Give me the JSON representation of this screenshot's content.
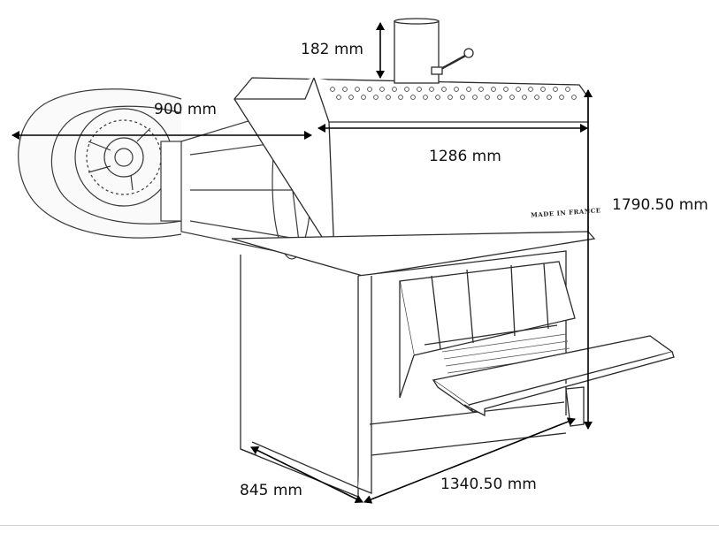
{
  "dimensions": {
    "chimney_height": "182 mm",
    "fan_depth": "900 mm",
    "hood_width": "1286 mm",
    "total_height": "1790.50 mm",
    "base_depth": "845 mm",
    "base_width": "1340.50 mm"
  },
  "stamp_text": "MADE IN FRANCE",
  "colors": {
    "line": "#2b2b2b",
    "arrow": "#000000",
    "background": "#ffffff"
  }
}
